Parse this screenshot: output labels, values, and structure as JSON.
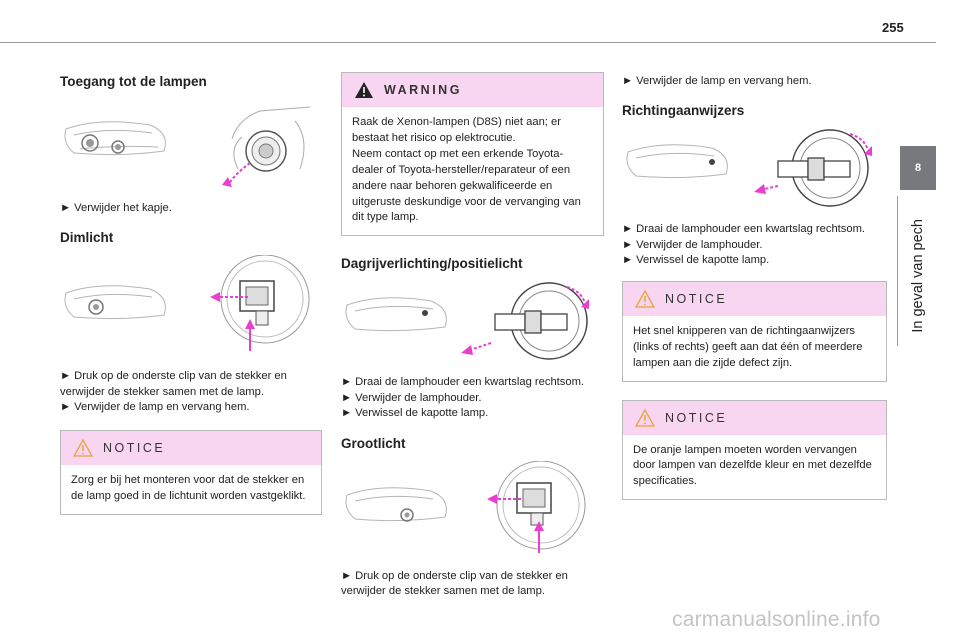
{
  "page": {
    "number": "255"
  },
  "chapter": {
    "tab": "8",
    "title": "In geval van pech"
  },
  "col1": {
    "s1_title": "Toegang tot de lampen",
    "s1_step1": "► Verwijder het kapje.",
    "s2_title": "Dimlicht",
    "s2_step1": "► Druk op de onderste clip van de stekker en verwijder de stekker samen met de lamp.",
    "s2_step2": "► Verwijder de lamp en vervang hem.",
    "notice_title": "NOTICE",
    "notice_text": "Zorg er bij het monteren voor dat de stekker en de lamp goed in de lichtunit worden vastgeklikt."
  },
  "col2": {
    "warning_title": "WARNING",
    "warning_text1": "Raak de Xenon-lampen (D8S) niet aan; er bestaat het risico op elektrocutie.",
    "warning_text2": "Neem contact op met een erkende Toyota-dealer of Toyota-hersteller/reparateur of een andere naar behoren gekwalificeerde en uitgeruste deskundige voor de vervanging van dit type lamp.",
    "s3_title": "Dagrijverlichting/positielicht",
    "s3_step1": "► Draai de lamphouder een kwartslag rechtsom.",
    "s3_step2": "► Verwijder de lamphouder.",
    "s3_step3": "► Verwissel de kapotte lamp.",
    "s4_title": "Grootlicht",
    "s4_step1": "► Druk op de onderste clip van de stekker en verwijder de stekker samen met de lamp."
  },
  "col3": {
    "s5_step1": "► Verwijder de lamp en vervang hem.",
    "s6_title": "Richtingaanwijzers",
    "s6_step1": "► Draai de lamphouder een kwartslag rechtsom.",
    "s6_step2": "► Verwijder de lamphouder.",
    "s6_step3": "► Verwissel de kapotte lamp.",
    "notice1_title": "NOTICE",
    "notice1_text": "Het snel knipperen van de richtingaanwijzers (links of rechts) geeft aan dat één of meerdere lampen aan die zijde defect zijn.",
    "notice2_title": "NOTICE",
    "notice2_text": "De oranje lampen moeten worden vervangen door lampen van dezelfde kleur en met dezelfde specificaties."
  },
  "watermark": "carmanualsonline.info",
  "colors": {
    "accent_pink": "#e83fd0",
    "box_head": "#f8d6f2",
    "tab_gray": "#77797c"
  }
}
